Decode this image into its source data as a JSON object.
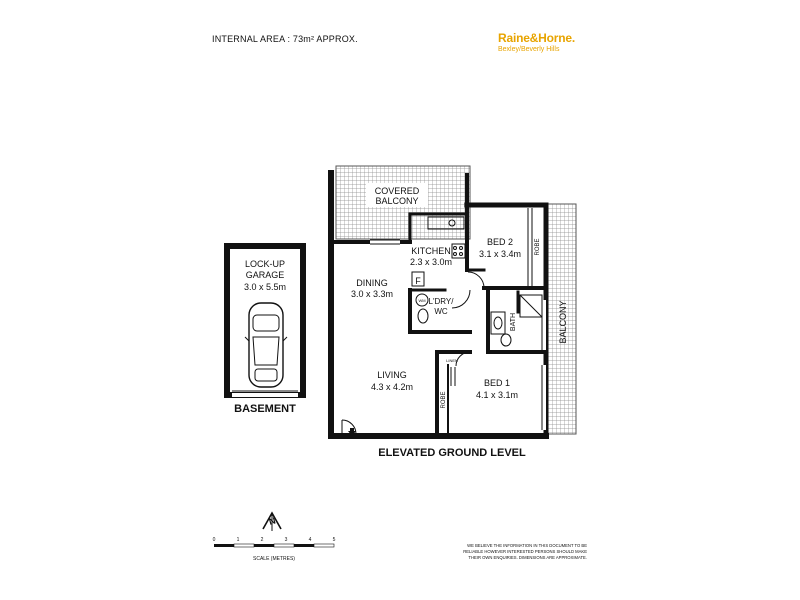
{
  "header": {
    "internal_area": "INTERNAL AREA : 73m² APPROX."
  },
  "logo": {
    "brand": "Raine&Horne.",
    "office": "Bexley/Beverly Hills"
  },
  "garage": {
    "title_line1": "LOCK-UP",
    "title_line2": "GARAGE",
    "size": "3.0 x 5.5m",
    "level_label": "BASEMENT"
  },
  "rooms": {
    "covered_balcony_line1": "COVERED",
    "covered_balcony_line2": "BALCONY",
    "kitchen": "KITCHEN",
    "kitchen_size": "2.3 x 3.0m",
    "fridge": "F",
    "bed2": "BED 2",
    "bed2_size": "3.1 x 3.4m",
    "robe": "ROBE",
    "dining": "DINING",
    "dining_size": "3.0 x 3.3m",
    "laundry_line1": "L'DRY/",
    "laundry_line2": "WC",
    "washer": "WM",
    "bath": "BATH",
    "balcony": "BALCONY",
    "living": "LIVING",
    "living_size": "4.3 x 4.2m",
    "linen": "LINEN",
    "bed1": "BED 1",
    "bed1_size": "4.1 x 3.1m"
  },
  "level_label": "ELEVATED GROUND LEVEL",
  "scale": {
    "ticks": [
      "0",
      "1",
      "2",
      "3",
      "4",
      "5"
    ],
    "label": "SCALE (METRES)"
  },
  "north": "N",
  "disclaimer": [
    "WE BELIEVE THE INFORMATION IN THIS DOCUMENT TO BE",
    "RELIABLE HOWEVER INTERESTED PERSONS SHOULD MAKE",
    "THEIR OWN ENQUIRIES. DIMENSIONS ARE APPROXIMATE."
  ],
  "colors": {
    "wall": "#111111",
    "hatch": "#8a8a8a",
    "brand": "#e8a400"
  }
}
